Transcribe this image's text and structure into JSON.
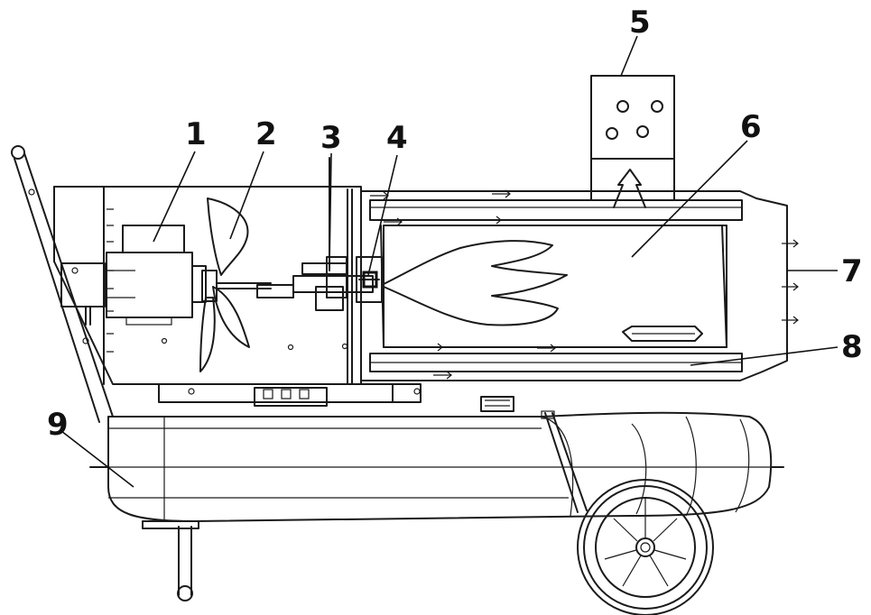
{
  "labels": [
    {
      "id": "l1",
      "text": "1"
    },
    {
      "id": "l2",
      "text": "2"
    },
    {
      "id": "l3",
      "text": "3"
    },
    {
      "id": "l4",
      "text": "4"
    },
    {
      "id": "l5",
      "text": "5"
    },
    {
      "id": "l6",
      "text": "6"
    },
    {
      "id": "l7",
      "text": "7"
    },
    {
      "id": "l8",
      "text": "8"
    },
    {
      "id": "l9",
      "text": "9"
    }
  ]
}
